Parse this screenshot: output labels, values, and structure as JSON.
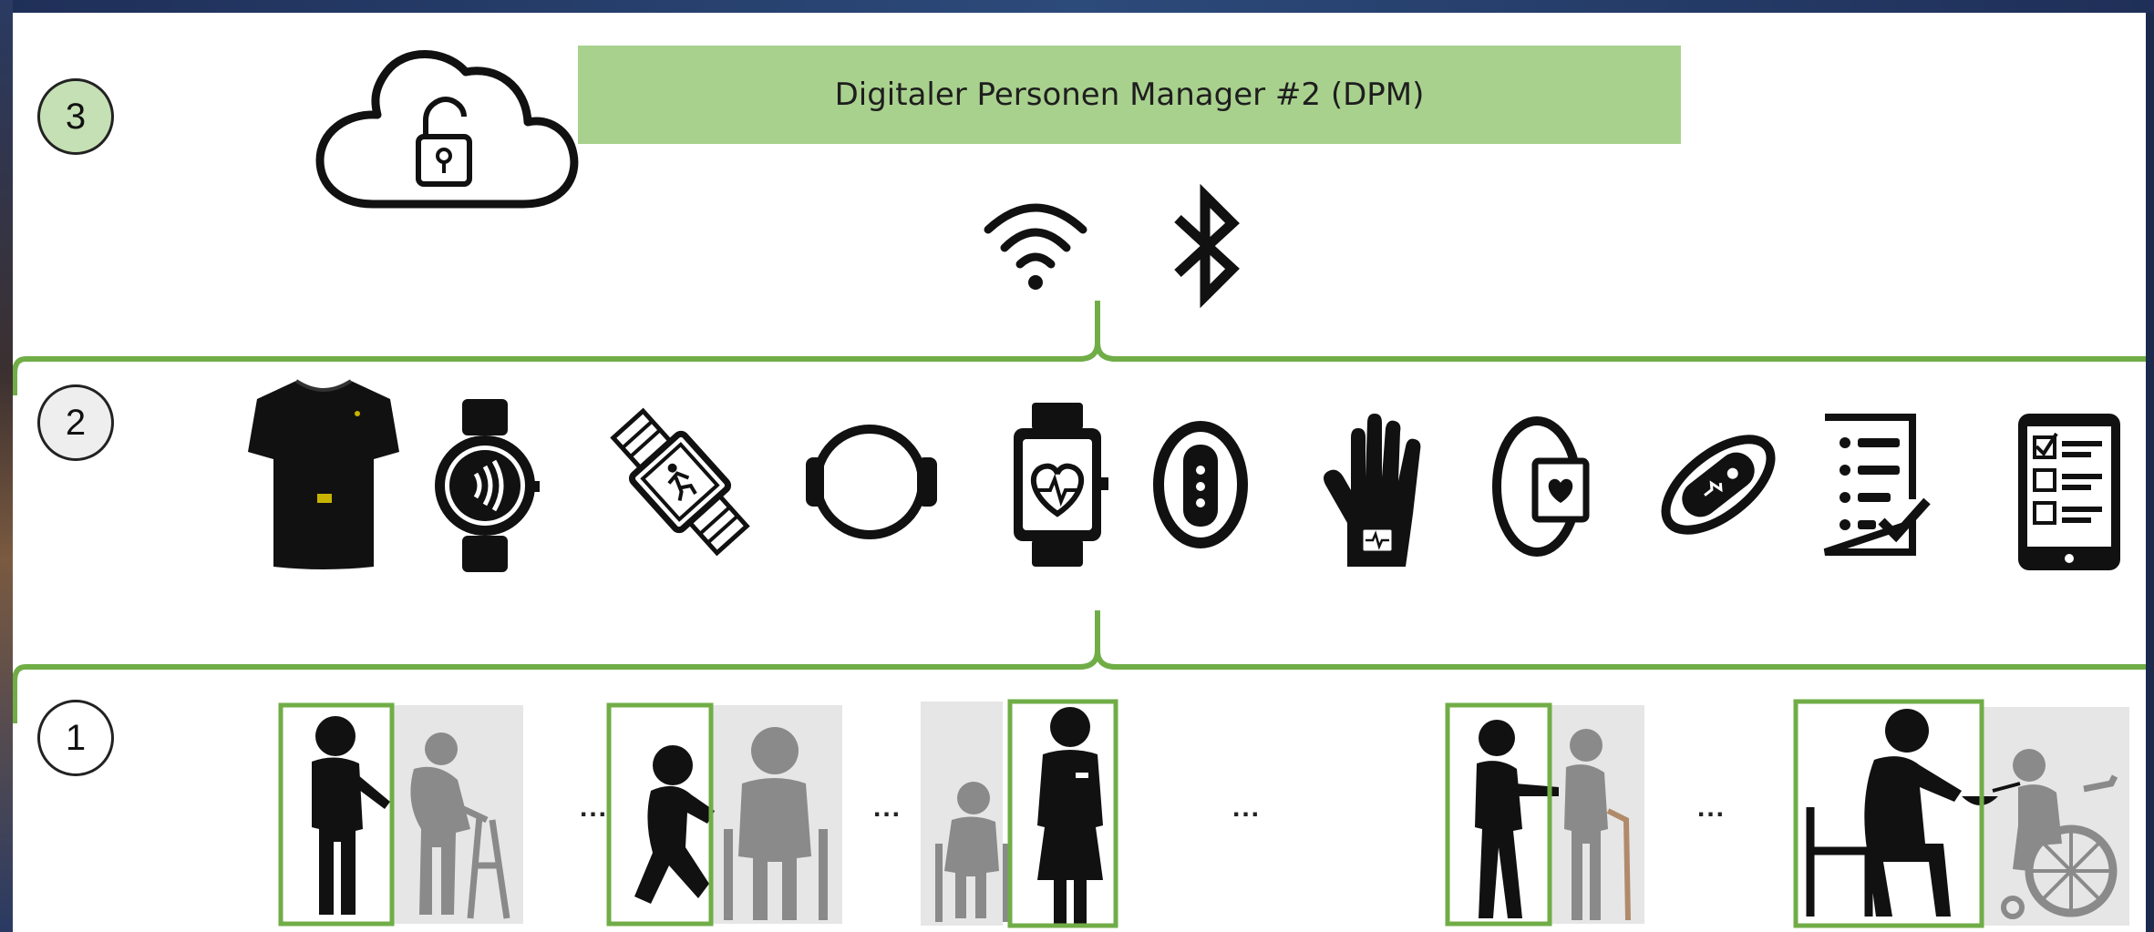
{
  "levels": {
    "level3": "3",
    "level2": "2",
    "level1": "1"
  },
  "dpm": {
    "title": "Digitaler Personen Manager #2  (DPM)"
  },
  "connectivity_icons": [
    "wifi-icon",
    "bluetooth-icon"
  ],
  "device_icons": [
    "smart-shirt-icon",
    "nfc-smartwatch-icon",
    "fitness-watch-icon",
    "ring-tracker-icon",
    "heart-rate-watch-icon",
    "fitness-band-icon",
    "smart-glove-icon",
    "heart-band-icon",
    "activity-band-icon",
    "checklist-icon",
    "tablet-checklist-icon"
  ],
  "care_scenes": [
    "caregiver-walker-icon",
    "caregiver-wheelchair-icon",
    "nurse-wheelchair-icon",
    "caregiver-cane-icon",
    "caregiver-feeding-icon"
  ],
  "ellipsis": [
    "...",
    "...",
    "...",
    "..."
  ],
  "colors": {
    "accent_green": "#70ad47",
    "banner_green": "#a9d18e",
    "icon_black": "#111111",
    "person_grey": "#8a8a8a",
    "frame_blue": "#1c2b4d"
  }
}
